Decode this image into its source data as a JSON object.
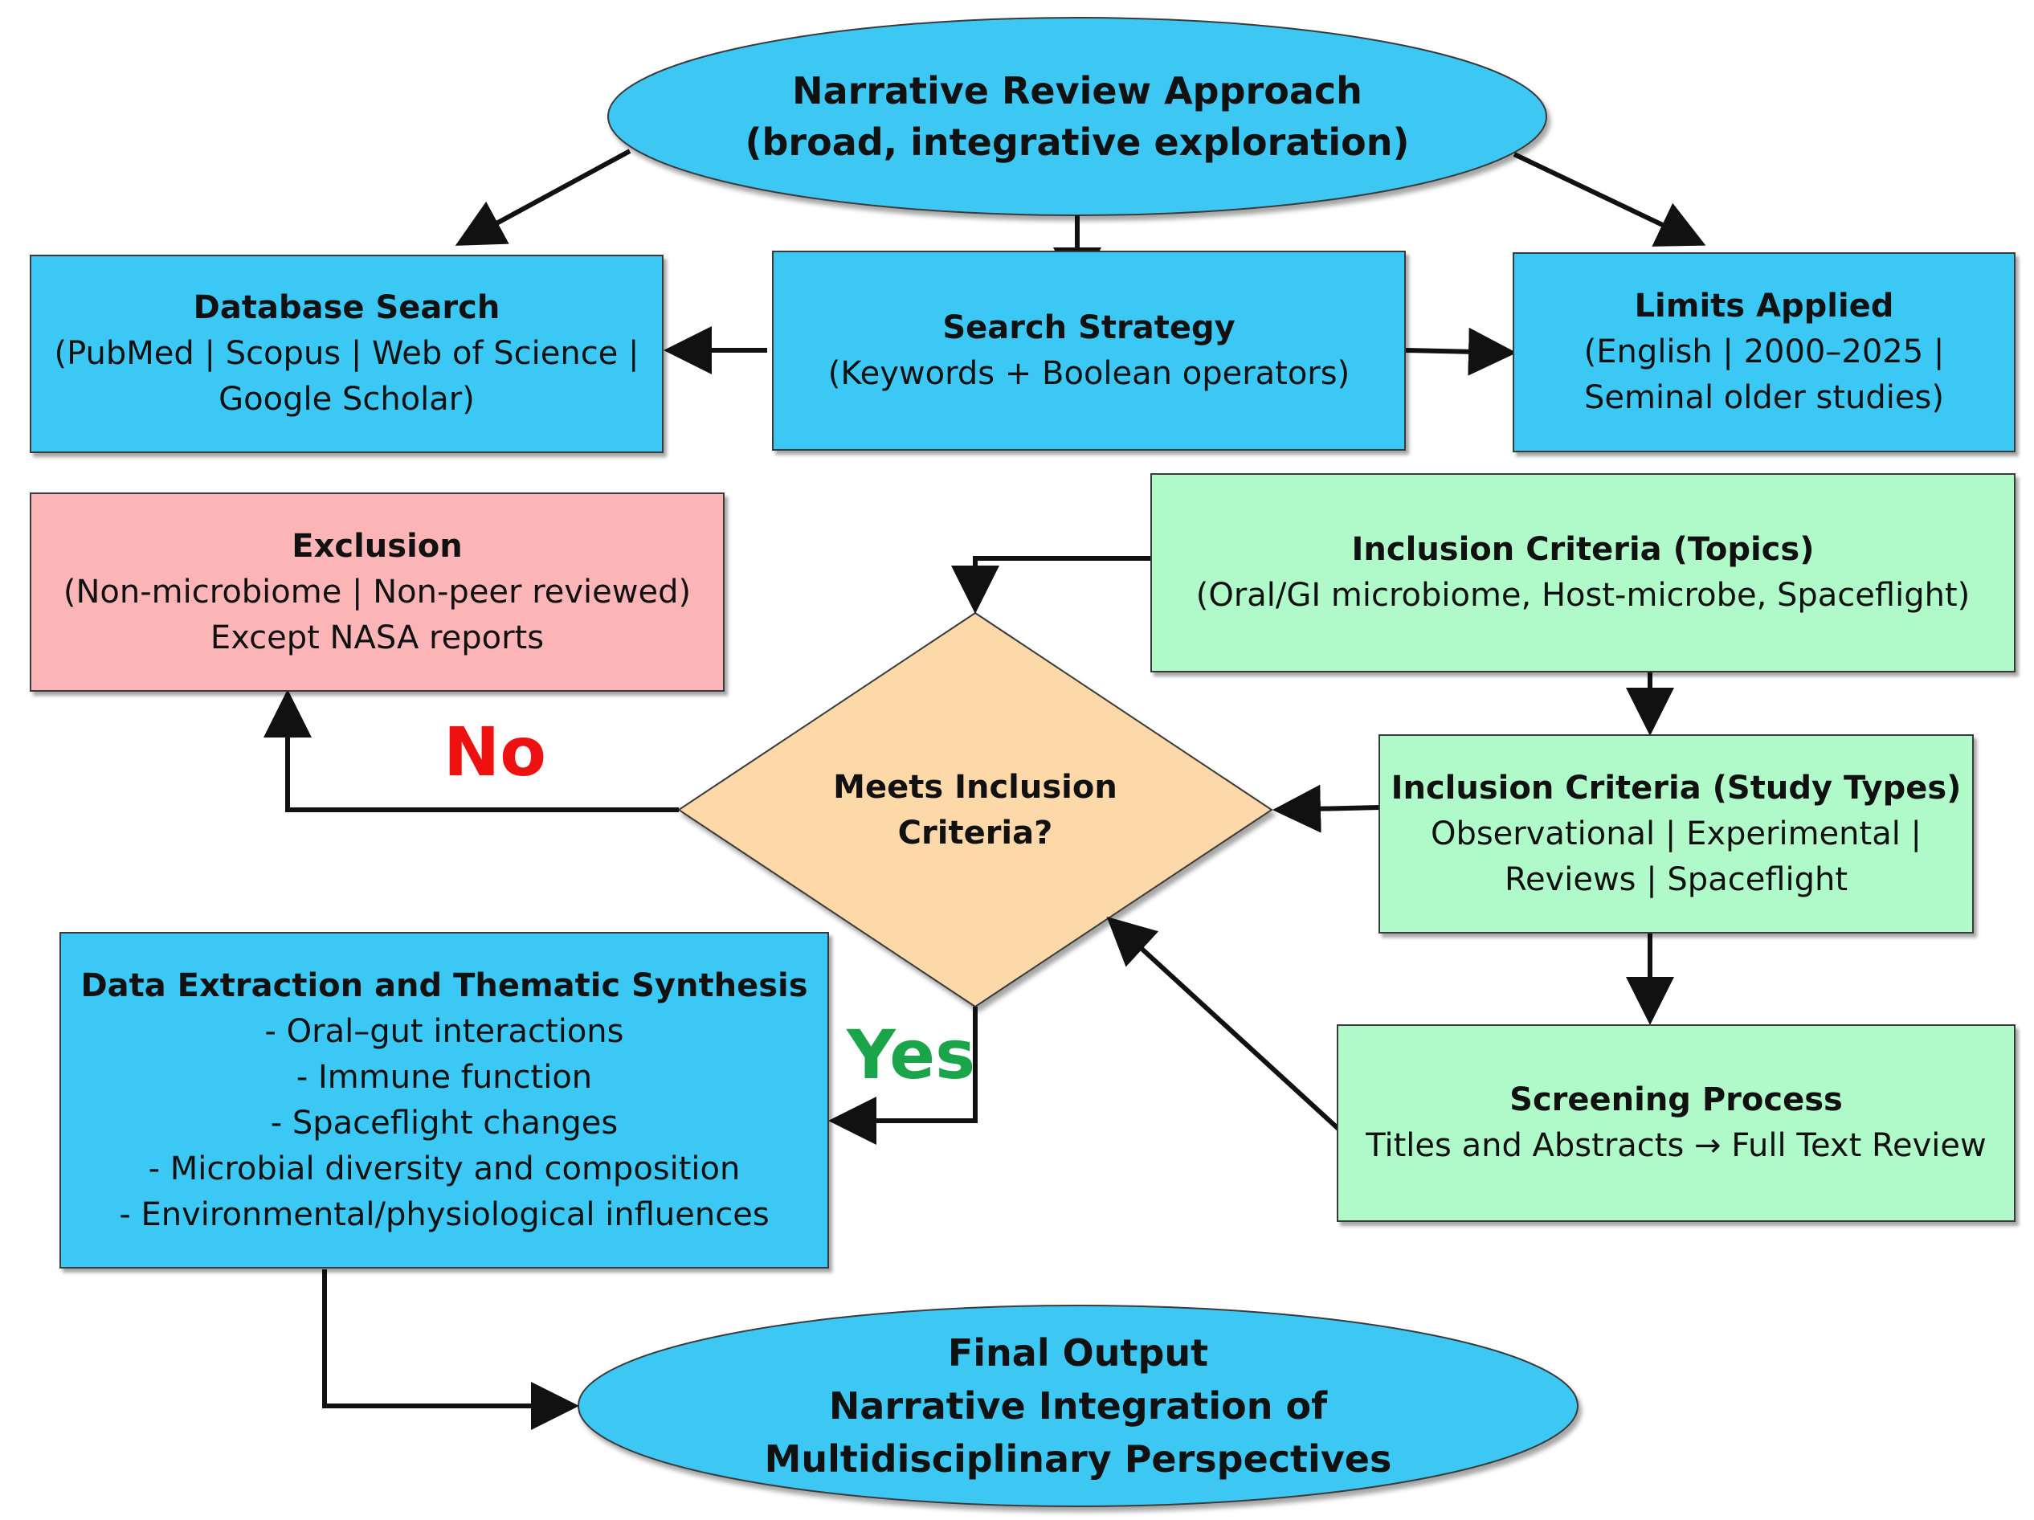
{
  "diagram": {
    "start": {
      "title": "Narrative Review Approach",
      "subtitle": "(broad, integrative exploration)"
    },
    "database_search": {
      "title": "Database Search",
      "lines": [
        "(PubMed | Scopus | Web of Science |",
        "Google Scholar)"
      ]
    },
    "search_strategy": {
      "title": "Search Strategy",
      "lines": [
        "(Keywords + Boolean operators)"
      ]
    },
    "limits_applied": {
      "title": "Limits Applied",
      "lines": [
        "(English | 2000–2025 |",
        "Seminal older studies)"
      ]
    },
    "exclusion": {
      "title": "Exclusion",
      "lines": [
        "(Non-microbiome | Non-peer reviewed)",
        "Except NASA reports"
      ]
    },
    "inclusion_topics": {
      "title": "Inclusion Criteria (Topics)",
      "lines": [
        "(Oral/GI microbiome, Host-microbe, Spaceflight)"
      ]
    },
    "decision": {
      "lines": [
        "Meets Inclusion",
        "Criteria?"
      ],
      "no_label": "No",
      "yes_label": "Yes"
    },
    "inclusion_study_types": {
      "title": "Inclusion Criteria (Study Types)",
      "lines": [
        "Observational | Experimental |",
        "Reviews | Spaceflight"
      ]
    },
    "data_extraction": {
      "title": "Data Extraction and Thematic Synthesis",
      "lines": [
        "- Oral–gut interactions",
        "- Immune function",
        "- Spaceflight changes",
        "- Microbial diversity and composition",
        "- Environmental/physiological influences"
      ]
    },
    "screening": {
      "title": "Screening Process",
      "lines": [
        "Titles and Abstracts → Full Text Review"
      ]
    },
    "final": {
      "title": "Final Output",
      "lines": [
        "Narrative Integration of",
        "Multidisciplinary Perspectives"
      ]
    }
  },
  "colors": {
    "blue": "#3cc8f4",
    "green": "#b0f9c9",
    "pink": "#fcb5b7",
    "diamond": "#fdd8a8",
    "no_label": "#ee1111",
    "yes_label": "#1aa54a"
  }
}
